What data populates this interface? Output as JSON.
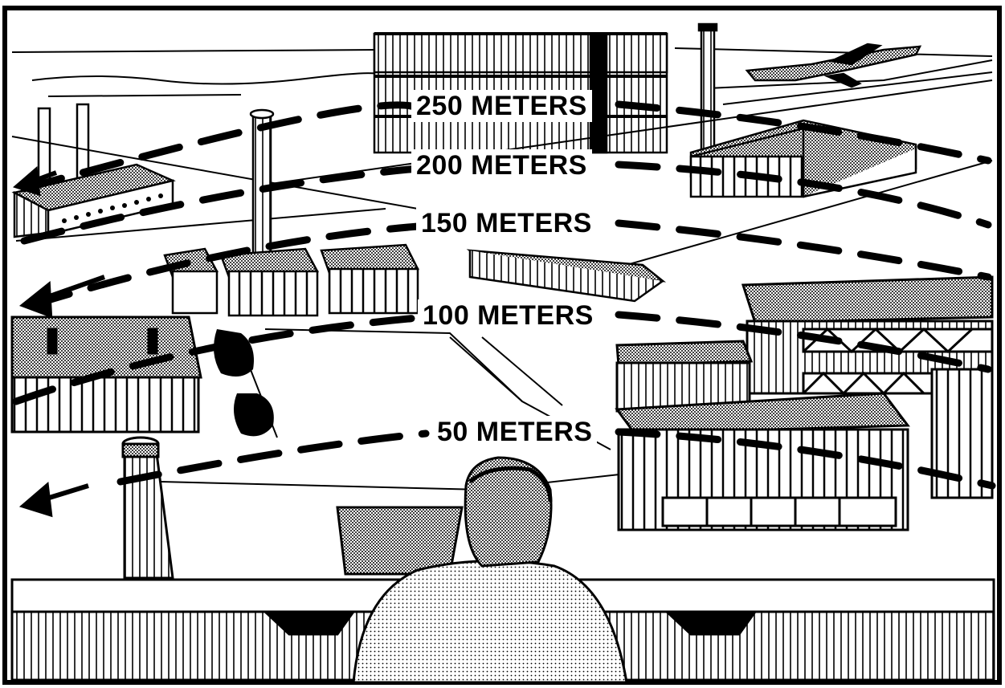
{
  "figure": {
    "ink": "#000000",
    "paper": "#ffffff",
    "range_labels": [
      {
        "id": "r250",
        "text": "250 METERS"
      },
      {
        "id": "r200",
        "text": "200 METERS"
      },
      {
        "id": "r150",
        "text": "150 METERS"
      },
      {
        "id": "r100",
        "text": "100 METERS"
      },
      {
        "id": "r50",
        "text": "50 METERS"
      }
    ],
    "elements": [
      "observer",
      "balcony-railing",
      "chimney",
      "factory-buildings",
      "warehouses",
      "smokestacks",
      "airplane",
      "range-arc-dashed-lines",
      "left-arrows"
    ]
  }
}
